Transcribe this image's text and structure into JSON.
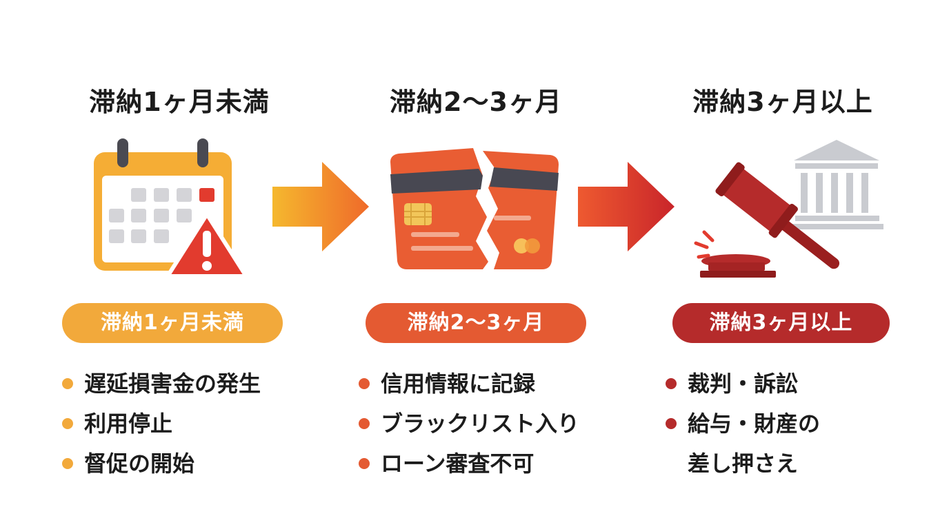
{
  "stages": [
    {
      "title": "滞納1ヶ月未満",
      "badge": "滞納1ヶ月未満",
      "color": "#f2a93b",
      "icon": "calendar-warning-icon",
      "items": [
        "遅延損害金の発生",
        "利用停止",
        "督促の開始"
      ]
    },
    {
      "title": "滞納2〜3ヶ月",
      "badge": "滞納2〜3ヶ月",
      "color": "#e45a32",
      "icon": "broken-credit-card-icon",
      "items": [
        "信用情報に記録",
        "ブラックリスト入り",
        "ローン審査不可"
      ]
    },
    {
      "title": "滞納3ヶ月以上",
      "badge": "滞納3ヶ月以上",
      "color": "#b52b2b",
      "icon": "gavel-court-icon",
      "items": [
        "裁判・訴訟",
        "給与・財産の\n差し押さえ"
      ]
    }
  ],
  "arrows": [
    {
      "icon": "arrow-right-icon",
      "from_color": "#f5b82e",
      "to_color": "#ef6a2a"
    },
    {
      "icon": "arrow-right-icon",
      "from_color": "#ee5a30",
      "to_color": "#c9252a"
    }
  ]
}
